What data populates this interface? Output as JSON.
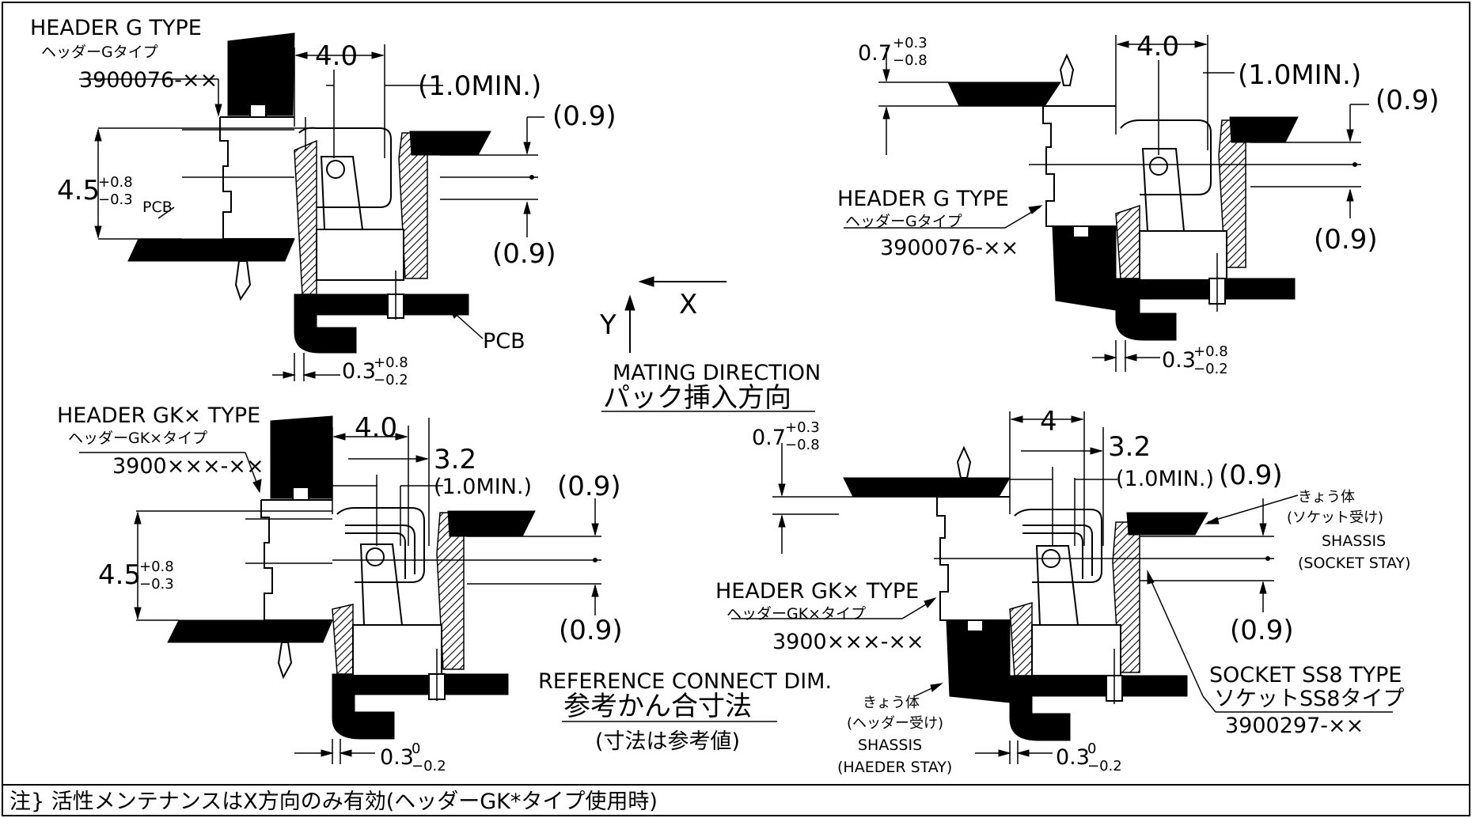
{
  "views": {
    "top_left": {
      "header_label_en": "HEADER G TYPE",
      "header_label_jp": "ヘッダーGタイプ",
      "header_part": "3900076-××",
      "dim_4_0": "4.0",
      "dim_1_0min": "(1.0MIN.)",
      "dim_0_9_top": "(0.9)",
      "dim_0_9_bottom": "(0.9)",
      "dim_4_5": "4.5",
      "dim_4_5_plus": "+0.8",
      "dim_4_5_minus": "−0.3",
      "pcb_left": "PCB",
      "pcb_right": "PCB",
      "dim_0_3": "0.3",
      "dim_0_3_plus": "+0.8",
      "dim_0_3_minus": "−0.2"
    },
    "top_right": {
      "dim_0_7": "0.7",
      "dim_0_7_plus": "+0.3",
      "dim_0_7_minus": "−0.8",
      "dim_4_0": "4.0",
      "dim_1_0min": "(1.0MIN.)",
      "dim_0_9_top": "(0.9)",
      "dim_0_9_bottom": "(0.9)",
      "header_label_en": "HEADER G TYPE",
      "header_label_jp": "ヘッダーGタイプ",
      "header_part": "3900076-××",
      "dim_0_3": "0.3",
      "dim_0_3_plus": "+0.8",
      "dim_0_3_minus": "−0.2"
    },
    "bottom_left": {
      "header_label_en": "HEADER GK× TYPE",
      "header_label_jp": "ヘッダーGK×タイプ",
      "header_part": "3900×××-××",
      "dim_4_0": "4.0",
      "dim_3_2": "3.2",
      "dim_1_0min": "(1.0MIN.)",
      "dim_0_9_top": "(0.9)",
      "dim_0_9_bottom": "(0.9)",
      "dim_4_5": "4.5",
      "dim_4_5_plus": "+0.8",
      "dim_4_5_minus": "−0.3",
      "dim_0_3": "0.3",
      "dim_0_3_plus": "0",
      "dim_0_3_minus": "−0.2"
    },
    "bottom_right": {
      "dim_0_7": "0.7",
      "dim_0_7_plus": "+0.3",
      "dim_0_7_minus": "−0.8",
      "dim_4": "4",
      "dim_3_2": "3.2",
      "dim_1_0min": "(1.0MIN.)",
      "dim_0_9_top": "(0.9)",
      "dim_0_9_bottom": "(0.9)",
      "chassis_socket_jp": "きょう体",
      "chassis_socket_jp2": "(ソケット受け)",
      "chassis_socket_en": "SHASSIS",
      "chassis_socket_en2": "(SOCKET STAY)",
      "header_label_en": "HEADER GK× TYPE",
      "header_label_jp": "ヘッダーGK×タイプ",
      "header_part": "3900×××-××",
      "chassis_header_jp": "きょう体",
      "chassis_header_jp2": "(ヘッダー受け)",
      "chassis_header_en": "SHASSIS",
      "chassis_header_en2": "(HAEDER STAY)",
      "socket_label_en": "SOCKET SS8 TYPE",
      "socket_label_jp": "ソケットSS8タイプ",
      "socket_part": "3900297-××",
      "dim_0_3": "0.3",
      "dim_0_3_plus": "0",
      "dim_0_3_minus": "−0.2"
    }
  },
  "center": {
    "axis_x": "X",
    "axis_y": "Y",
    "mating_en": "MATING DIRECTION",
    "mating_jp": "パック挿入方向",
    "reference_en": "REFERENCE CONNECT DIM.",
    "reference_jp": "参考かん合寸法",
    "reference_note": "(寸法は参考値)"
  },
  "footnote": "注} 活性メンテナンスはX方向のみ有効(ヘッダーGK*タイプ使用時)"
}
